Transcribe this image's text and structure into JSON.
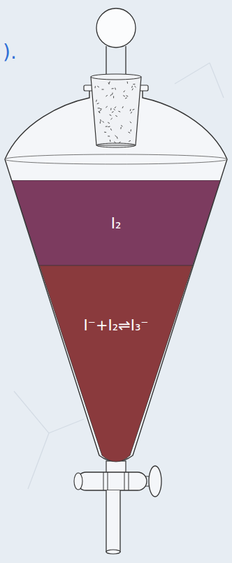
{
  "diagram": {
    "nodes": [
      {
        "text": [
          "I₂"
        ]
      },
      {
        "text": [
          "I⁻+I₂⇌I₃⁻"
        ]
      }
    ],
    "labels": [
      ")."
    ]
  }
}
